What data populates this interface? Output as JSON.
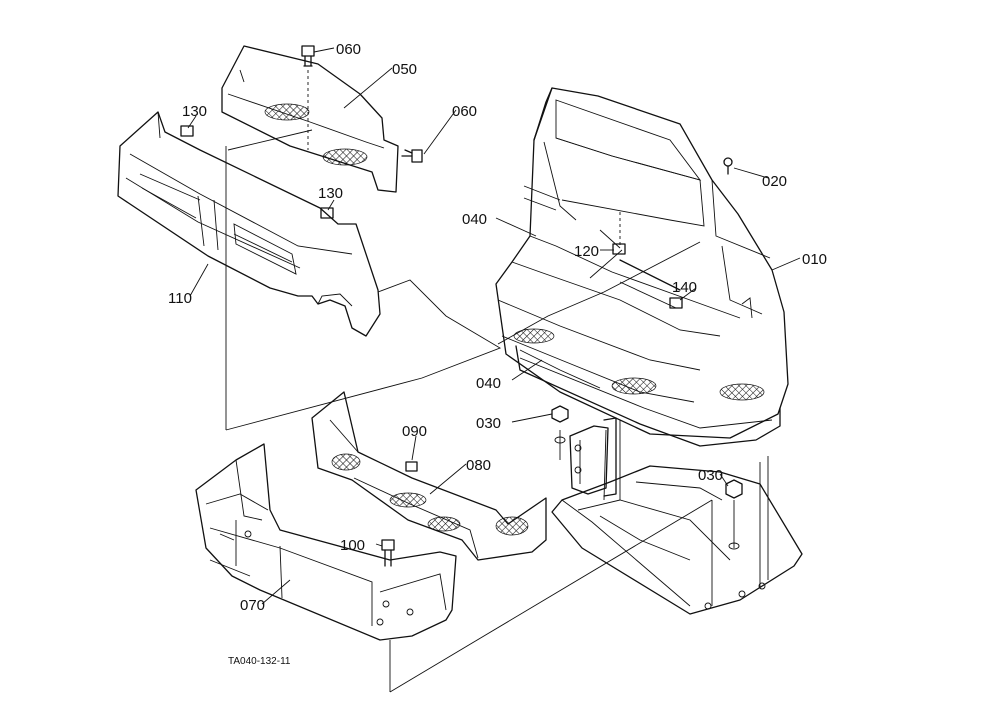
{
  "labels": {
    "p010": "010",
    "p020": "020",
    "p030a": "030",
    "p030b": "030",
    "p040a": "040",
    "p040b": "040",
    "p050": "050",
    "p060a": "060",
    "p060b": "060",
    "p070": "070",
    "p080": "080",
    "p090": "090",
    "p100": "100",
    "p110": "110",
    "p120": "120",
    "p130a": "130",
    "p130b": "130",
    "p140": "140"
  },
  "drawing_code": "TA040-132-11"
}
